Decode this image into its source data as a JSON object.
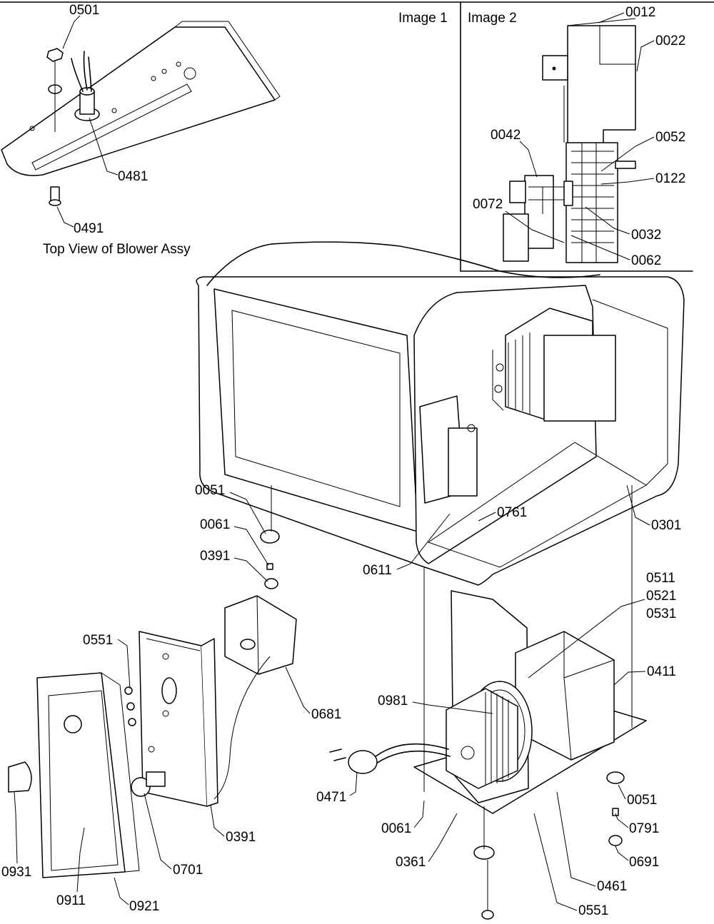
{
  "captions": {
    "image1": "Image 1",
    "image2": "Image 2",
    "top_view": "Top View of Blower Assy"
  },
  "callouts": [
    {
      "id": "c0501",
      "text": "0501"
    },
    {
      "id": "c0481",
      "text": "0481"
    },
    {
      "id": "c0491",
      "text": "0491"
    },
    {
      "id": "c0012",
      "text": "0012"
    },
    {
      "id": "c0022",
      "text": "0022"
    },
    {
      "id": "c0042",
      "text": "0042"
    },
    {
      "id": "c0052",
      "text": "0052"
    },
    {
      "id": "c0122",
      "text": "0122"
    },
    {
      "id": "c0072",
      "text": "0072"
    },
    {
      "id": "c0032",
      "text": "0032"
    },
    {
      "id": "c0062",
      "text": "0062"
    },
    {
      "id": "c0051a",
      "text": "0051"
    },
    {
      "id": "c0061a",
      "text": "0061"
    },
    {
      "id": "c0391a",
      "text": "0391"
    },
    {
      "id": "c0761",
      "text": "0761"
    },
    {
      "id": "c0301",
      "text": "0301"
    },
    {
      "id": "c0611",
      "text": "0611"
    },
    {
      "id": "c0511",
      "text": "0511"
    },
    {
      "id": "c0521",
      "text": "0521"
    },
    {
      "id": "c0531",
      "text": "0531"
    },
    {
      "id": "c0551a",
      "text": "0551"
    },
    {
      "id": "c0411",
      "text": "0411"
    },
    {
      "id": "c0981",
      "text": "0981"
    },
    {
      "id": "c0681",
      "text": "0681"
    },
    {
      "id": "c0471",
      "text": "0471"
    },
    {
      "id": "c0051b",
      "text": "0051"
    },
    {
      "id": "c0061b",
      "text": "0061"
    },
    {
      "id": "c0791",
      "text": "0791"
    },
    {
      "id": "c0391b",
      "text": "0391"
    },
    {
      "id": "c0691",
      "text": "0691"
    },
    {
      "id": "c0361",
      "text": "0361"
    },
    {
      "id": "c0931",
      "text": "0931"
    },
    {
      "id": "c0701",
      "text": "0701"
    },
    {
      "id": "c0461",
      "text": "0461"
    },
    {
      "id": "c0911",
      "text": "0911"
    },
    {
      "id": "c0921",
      "text": "0921"
    },
    {
      "id": "c0551b",
      "text": "0551"
    }
  ]
}
